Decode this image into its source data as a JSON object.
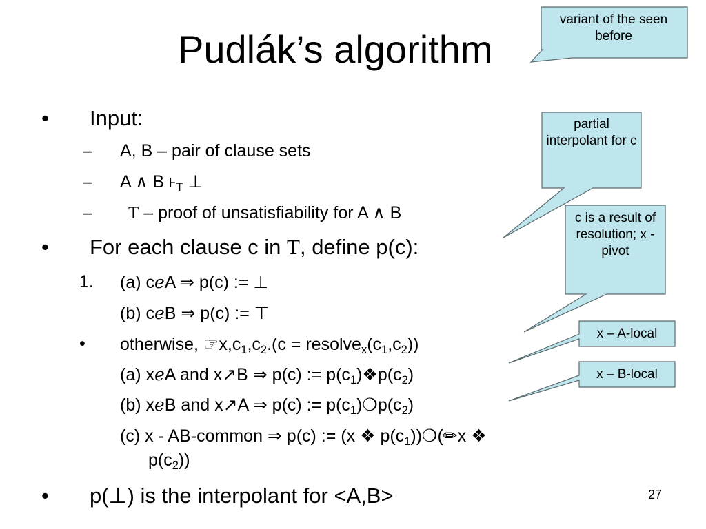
{
  "title": "Pudlák’s algorithm",
  "bullets": {
    "input_label": "Input:",
    "input_items": [
      {
        "marker": "–",
        "text": "A, B – pair of clause sets"
      },
      {
        "marker": "–",
        "text_a": "A ∧ B ",
        "turnstile": "⊦",
        "sub": "T",
        "text_b": " ⊥"
      },
      {
        "marker": "–",
        "symbol": "T",
        "text": " – proof of unsatisfiability for A ∧ B"
      }
    ],
    "foreach_a": "For each clause c in ",
    "foreach_symbol": "T",
    "foreach_b": ", define p(c):",
    "step_number": "1.",
    "case_a": {
      "t1": "(a) c",
      "in": "ℯ",
      "t2": "A ⇒ p(c) := ⊥"
    },
    "case_b": {
      "t1": "(b) c",
      "in": "ℯ",
      "t2": "B ⇒ p(c) :=  ⊤"
    },
    "otherwise": {
      "bullet": "•",
      "t1": "otherwise, ",
      "hand": "☞",
      "t2": "x,c",
      "s1": "1",
      "t3": ",c",
      "s2": "2",
      "t4": ".(c = resolve",
      "s3": "x",
      "t5": "(c",
      "s4": "1",
      "t6": ",c",
      "s5": "2",
      "t7": "))"
    },
    "sub_a": {
      "t1": "(a) x",
      "in": "ℯ",
      "t2": "A and x",
      "notin": "↗",
      "t3": "B ⇒ p(c) := p(c",
      "s1": "1",
      "t4": ")",
      "op": "❖",
      "t5": "p(c",
      "s2": "2",
      "t6": ")"
    },
    "sub_b": {
      "t1": "(b) x",
      "in": "ℯ",
      "t2": "B and x",
      "notin": "↗",
      "t3": "A ⇒ p(c) := p(c",
      "s1": "1",
      "t4": ")",
      "op": "❍",
      "t5": "p(c",
      "s2": "2",
      "t6": ")"
    },
    "sub_c": {
      "t1": "(c) x - AB-common ⇒ p(c) := (x ",
      "op1": "❖",
      "t2": " p(c",
      "s1": "1",
      "t3": "))",
      "op2": "❍",
      "t4": "(",
      "pencil": "✏",
      "t5": "x ",
      "op3": "❖",
      "line2_a": "p(c",
      "s2": "2",
      "line2_b": "))"
    },
    "final": "p(⊥) is the interpolant for <A,B>"
  },
  "callouts": {
    "variant": "variant of the seen before",
    "partial": "partial interpolant for c",
    "resolution": "c is a result of resolution; x - pivot",
    "alocal": "x – A-local",
    "blocal": "x – B-local"
  },
  "colors": {
    "callout_fill": "#bfe6ec",
    "callout_border": "#5a6a6e"
  },
  "slide_number": "27"
}
